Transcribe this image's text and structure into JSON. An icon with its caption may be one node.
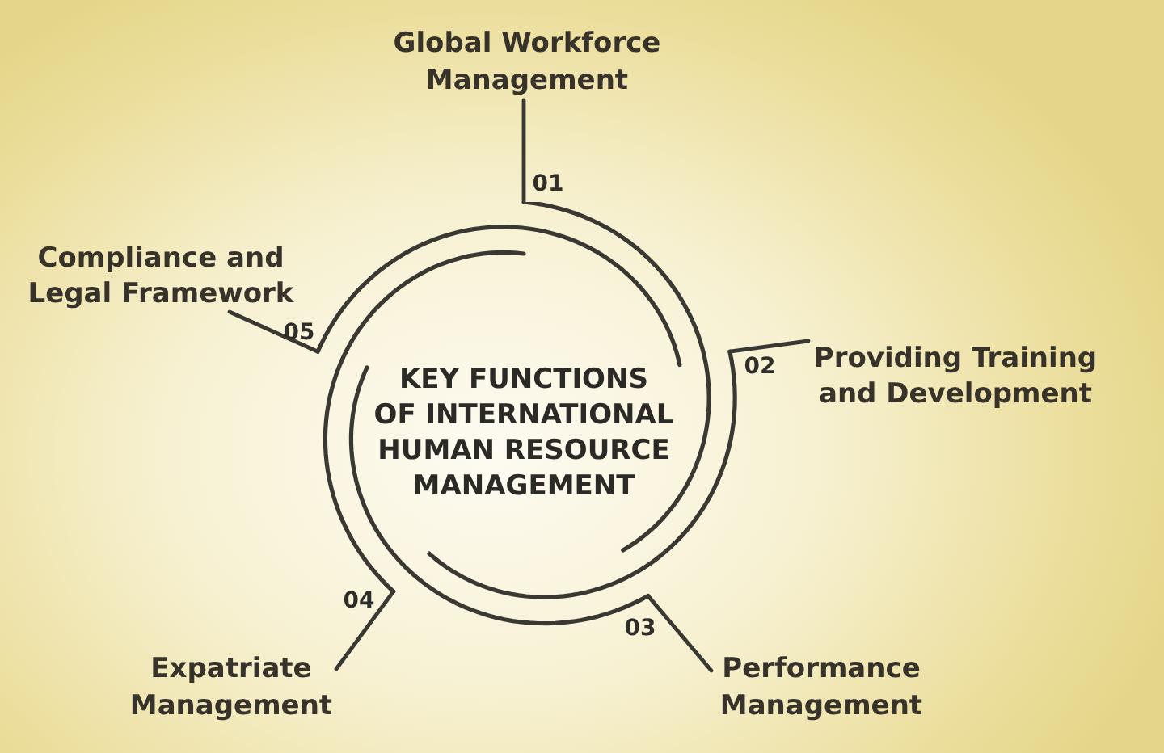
{
  "diagram": {
    "nodes": [
      {
        "text": [
          "KEY FUNCTIONS OF INTERNATIONAL HUMAN RESOURCE MANAGEMENT"
        ]
      },
      {
        "text": [
          "Global Workforce Management"
        ]
      },
      {
        "text": [
          "Providing Training and Development"
        ]
      },
      {
        "text": [
          "Performance Management"
        ]
      },
      {
        "text": [
          "Expatriate Management"
        ]
      },
      {
        "text": [
          "Compliance and Legal Framework"
        ]
      }
    ],
    "edges": [
      {
        "from": 0,
        "to": 1,
        "arrow": "none",
        "label": "01"
      },
      {
        "from": 0,
        "to": 2,
        "arrow": "none",
        "label": "02"
      },
      {
        "from": 0,
        "to": 3,
        "arrow": "none",
        "label": "03"
      },
      {
        "from": 0,
        "to": 4,
        "arrow": "none",
        "label": "04"
      },
      {
        "from": 0,
        "to": 5,
        "arrow": "none",
        "label": "05"
      }
    ]
  }
}
